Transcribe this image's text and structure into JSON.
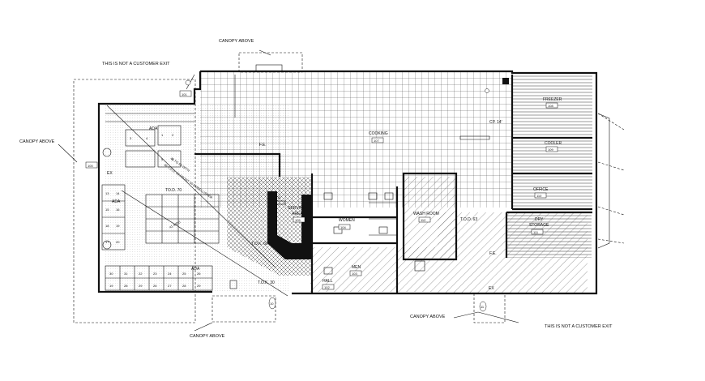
{
  "notes": {
    "canopy_top": "CANOPY ABOVE",
    "not_exit_top": "THIS IS NOT A CUSTOMER EXIT",
    "canopy_left": "CANOPY ABOVE",
    "canopy_bottom_left": "CANOPY ABOVE",
    "canopy_bottom_right": "CANOPY ABOVE",
    "not_exit_bottom": "THIS IS NOT A CUSTOMER EXIT"
  },
  "rooms": {
    "cooking": {
      "name": "COOKING",
      "num": "107"
    },
    "freezer": {
      "name": "FREEZER",
      "num": "108"
    },
    "cooler": {
      "name": "COOLER",
      "num": "109"
    },
    "office": {
      "name": "OFFICE",
      "num": "110"
    },
    "dry_storage_1": "DRY",
    "dry_storage_2": "STORAGE",
    "dry_storage_num": "111",
    "wash_room": {
      "name": "WASH ROOM",
      "num": "112"
    },
    "women": {
      "name": "WOMEN",
      "num": "104"
    },
    "men": {
      "name": "MEN",
      "num": "103"
    },
    "hall": {
      "name": "HALL",
      "num": "102"
    },
    "serving_1": "SERVING",
    "serving_2": "AREA",
    "serving_num": "105"
  },
  "tags": {
    "door_101": "101",
    "door_100": "100",
    "door_10": "10",
    "door_11": "11",
    "door_12": "12"
  },
  "marks": {
    "ada_top": "ADA",
    "ada_left": "ADA",
    "ada_bottom": "ADA",
    "ex_left": "EX",
    "ex_bottom": "EX",
    "fe_top": "F.E.",
    "fe_right": "F.E.",
    "tod_70": "TO.D. 70",
    "tod_30": "T.O.K. 30",
    "tod_63": "T.O.D. 63",
    "tod_60": "T.O.K. 60",
    "cp": "CP. 14'",
    "diag_1": "45 TO 55 WITH",
    "diag_2": "46 T.O.D. 53 FRONT 00 EMBELLISHER",
    "diag_3": "41 KIDS"
  },
  "seats": {
    "booth_top": [
      "1",
      "2",
      "3",
      "4",
      "5",
      "6"
    ],
    "booth_left": [
      "13",
      "14",
      "15",
      "16",
      "18",
      "19",
      "17",
      "20"
    ],
    "booth_bottom_1": [
      "30",
      "31",
      "22",
      "23",
      "24",
      "25",
      "26"
    ],
    "booth_bottom_2": [
      "19",
      "28",
      "29",
      "26",
      "27",
      "28",
      "29"
    ]
  }
}
